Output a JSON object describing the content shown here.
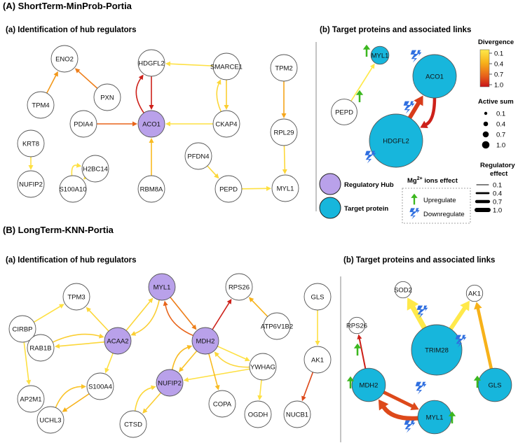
{
  "section_a": {
    "title": "(A) ShortTerm-MinProb-Portia",
    "panel_a_title": "(a) Identification of hub regulators",
    "panel_b_title": "(b) Target proteins and associated links"
  },
  "section_b": {
    "title": "(B) LongTerm-KNN-Portia",
    "panel_a_title": "(a) Identification of hub regulators",
    "panel_b_title": "(b) Target proteins and associated links"
  },
  "colors": {
    "hub_fill": "#b9a1ea",
    "target_fill": "#17b6dc",
    "regular_fill": "#ffffff",
    "upregulate": "#3cb71f",
    "downregulate": "#2f6fe0",
    "divergence_gradient": [
      "#ffe94a",
      "#f7b21a",
      "#e8641a",
      "#c8141a"
    ]
  },
  "legend": {
    "divergence": {
      "title": "Divergence",
      "ticks": [
        "0.1",
        "0.4",
        "0.7",
        "1.0"
      ]
    },
    "active_sum": {
      "title": "Active sum",
      "items": [
        "0.1",
        "0.4",
        "0.7",
        "1.0"
      ]
    },
    "regulatory_effect": {
      "title_line1": "Regulatory",
      "title_line2": "effect",
      "items": [
        "0.1",
        "0.4",
        "0.7",
        "1.0"
      ]
    },
    "node_types": {
      "hub": "Regulatory Hub",
      "target": "Target protein"
    },
    "mg_effect": {
      "title_prefix": "Mg",
      "title_sup": "2+",
      "title_suffix": " ions effect",
      "up": "Upregulate",
      "down": "Downregulate"
    }
  },
  "network_a": {
    "nodes": [
      {
        "id": "ENO2",
        "label": "ENO2",
        "type": "regular"
      },
      {
        "id": "PXN",
        "label": "PXN",
        "type": "regular"
      },
      {
        "id": "TPM4",
        "label": "TPM4",
        "type": "regular"
      },
      {
        "id": "PDIA4",
        "label": "PDIA4",
        "type": "regular"
      },
      {
        "id": "HDGFL2",
        "label": "HDGFL2",
        "type": "regular"
      },
      {
        "id": "SMARCE1",
        "label": "SMARCE1",
        "type": "regular"
      },
      {
        "id": "TPM2",
        "label": "TPM2",
        "type": "regular"
      },
      {
        "id": "ACO1",
        "label": "ACO1",
        "type": "hub"
      },
      {
        "id": "CKAP4",
        "label": "CKAP4",
        "type": "regular"
      },
      {
        "id": "RPL29",
        "label": "RPL29",
        "type": "regular"
      },
      {
        "id": "KRT8",
        "label": "KRT8",
        "type": "regular"
      },
      {
        "id": "H2BC14",
        "label": "H2BC14",
        "type": "regular"
      },
      {
        "id": "PFDN4",
        "label": "PFDN4",
        "type": "regular"
      },
      {
        "id": "NUFIP2",
        "label": "NUFIP2",
        "type": "regular"
      },
      {
        "id": "S100A10",
        "label": "S100A10",
        "type": "regular"
      },
      {
        "id": "RBM8A",
        "label": "RBM8A",
        "type": "regular"
      },
      {
        "id": "PEPD",
        "label": "PEPD",
        "type": "regular"
      },
      {
        "id": "MYL1",
        "label": "MYL1",
        "type": "regular"
      }
    ],
    "edges": [
      {
        "from": "PXN",
        "to": "ENO2",
        "divergence": 0.6
      },
      {
        "from": "TPM4",
        "to": "ENO2",
        "divergence": 0.5
      },
      {
        "from": "PDIA4",
        "to": "ACO1",
        "divergence": 0.7
      },
      {
        "from": "HDGFL2",
        "to": "ACO1",
        "divergence": 0.95
      },
      {
        "from": "ACO1",
        "to": "HDGFL2",
        "divergence": 0.95,
        "curve": -30
      },
      {
        "from": "SMARCE1",
        "to": "HDGFL2",
        "divergence": 0.15
      },
      {
        "from": "SMARCE1",
        "to": "CKAP4",
        "divergence": 0.25
      },
      {
        "from": "CKAP4",
        "to": "SMARCE1",
        "divergence": 0.2,
        "curve": -18
      },
      {
        "from": "CKAP4",
        "to": "ACO1",
        "divergence": 0.15
      },
      {
        "from": "TPM2",
        "to": "RPL29",
        "divergence": 0.45
      },
      {
        "from": "RPL29",
        "to": "MYL1",
        "divergence": 0.2
      },
      {
        "from": "KRT8",
        "to": "NUFIP2",
        "divergence": 0.15
      },
      {
        "from": "S100A10",
        "to": "H2BC14",
        "divergence": 0.15,
        "curve": -28
      },
      {
        "from": "H2BC14",
        "to": "S100A10",
        "divergence": 0.15
      },
      {
        "from": "RBM8A",
        "to": "ACO1",
        "divergence": 0.35
      },
      {
        "from": "PFDN4",
        "to": "PEPD",
        "divergence": 0.2
      },
      {
        "from": "PEPD",
        "to": "MYL1",
        "divergence": 0.15
      }
    ]
  },
  "targets_a": {
    "nodes": [
      {
        "id": "MYL1",
        "label": "MYL1",
        "type": "target",
        "active": 0.1,
        "effect": "up"
      },
      {
        "id": "PEPD",
        "label": "PEPD",
        "type": "regular",
        "active": 0.3,
        "effect": "up"
      },
      {
        "id": "ACO1",
        "label": "ACO1",
        "type": "target",
        "active": 0.75,
        "effect": "down"
      },
      {
        "id": "HDGFL2",
        "label": "HDGFL2",
        "type": "target",
        "active": 1.0,
        "effect": "down"
      }
    ],
    "edges": [
      {
        "from": "PEPD",
        "to": "MYL1",
        "divergence": 0.1,
        "weight": 0.1
      },
      {
        "from": "HDGFL2",
        "to": "ACO1",
        "divergence": 0.85,
        "weight": 0.7
      },
      {
        "from": "ACO1",
        "to": "HDGFL2",
        "divergence": 0.95,
        "weight": 0.5,
        "curve": -32
      }
    ]
  },
  "network_b": {
    "nodes": [
      {
        "id": "TPM3",
        "label": "TPM3",
        "type": "regular"
      },
      {
        "id": "MYL1",
        "label": "MYL1",
        "type": "hub"
      },
      {
        "id": "RPS26",
        "label": "RPS26",
        "type": "regular"
      },
      {
        "id": "GLS",
        "label": "GLS",
        "type": "regular"
      },
      {
        "id": "CIRBP",
        "label": "CIRBP",
        "type": "regular"
      },
      {
        "id": "ACAA2",
        "label": "ACAA2",
        "type": "hub"
      },
      {
        "id": "MDH2",
        "label": "MDH2",
        "type": "hub"
      },
      {
        "id": "ATP6V1B2",
        "label": "ATP6V1B2",
        "type": "regular"
      },
      {
        "id": "RAB1B",
        "label": "RAB1B",
        "type": "regular"
      },
      {
        "id": "YWHAG",
        "label": "YWHAG",
        "type": "regular"
      },
      {
        "id": "AK1",
        "label": "AK1",
        "type": "regular"
      },
      {
        "id": "AP2M1",
        "label": "AP2M1",
        "type": "regular"
      },
      {
        "id": "S100A4",
        "label": "S100A4",
        "type": "regular"
      },
      {
        "id": "NUFIP2",
        "label": "NUFIP2",
        "type": "hub"
      },
      {
        "id": "UCHL3",
        "label": "UCHL3",
        "type": "regular"
      },
      {
        "id": "CTSD",
        "label": "CTSD",
        "type": "regular"
      },
      {
        "id": "COPA",
        "label": "COPA",
        "type": "regular"
      },
      {
        "id": "OGDH",
        "label": "OGDH",
        "type": "regular"
      },
      {
        "id": "NUCB1",
        "label": "NUCB1",
        "type": "regular"
      }
    ],
    "edges": [
      {
        "from": "CIRBP",
        "to": "TPM3",
        "divergence": 0.15
      },
      {
        "from": "CIRBP",
        "to": "AP2M1",
        "divergence": 0.15
      },
      {
        "from": "ACAA2",
        "to": "TPM3",
        "divergence": 0.2
      },
      {
        "from": "ACAA2",
        "to": "RAB1B",
        "divergence": 0.2
      },
      {
        "from": "ACAA2",
        "to": "MYL1",
        "divergence": 0.2
      },
      {
        "from": "MYL1",
        "to": "ACAA2",
        "divergence": 0.25,
        "curve": -26
      },
      {
        "from": "ACAA2",
        "to": "S100A4",
        "divergence": 0.15
      },
      {
        "from": "RAB1B",
        "to": "ACAA2",
        "divergence": 0.25,
        "curve": -20
      },
      {
        "from": "MYL1",
        "to": "MDH2",
        "divergence": 0.6
      },
      {
        "from": "MDH2",
        "to": "MYL1",
        "divergence": 0.7,
        "curve": -26
      },
      {
        "from": "MDH2",
        "to": "RPS26",
        "divergence": 0.95
      },
      {
        "from": "ATP6V1B2",
        "to": "RPS26",
        "divergence": 0.4
      },
      {
        "from": "MDH2",
        "to": "YWHAG",
        "divergence": 0.15
      },
      {
        "from": "YWHAG",
        "to": "MDH2",
        "divergence": 0.2,
        "curve": -22
      },
      {
        "from": "YWHAG",
        "to": "NUFIP2",
        "divergence": 0.15
      },
      {
        "from": "YWHAG",
        "to": "OGDH",
        "divergence": 0.15
      },
      {
        "from": "MDH2",
        "to": "NUFIP2",
        "divergence": 0.3
      },
      {
        "from": "NUFIP2",
        "to": "MDH2",
        "divergence": 0.35,
        "curve": -22
      },
      {
        "from": "MDH2",
        "to": "COPA",
        "divergence": 0.35
      },
      {
        "from": "NUFIP2",
        "to": "CTSD",
        "divergence": 0.25
      },
      {
        "from": "CTSD",
        "to": "NUFIP2",
        "divergence": 0.2,
        "curve": -26
      },
      {
        "from": "S100A4",
        "to": "UCHL3",
        "divergence": 0.4
      },
      {
        "from": "UCHL3",
        "to": "S100A4",
        "divergence": 0.3,
        "curve": -28
      },
      {
        "from": "GLS",
        "to": "AK1",
        "divergence": 0.15
      },
      {
        "from": "AK1",
        "to": "NUCB1",
        "divergence": 0.8
      }
    ]
  },
  "targets_b": {
    "nodes": [
      {
        "id": "SOD2",
        "label": "SOD2",
        "type": "regular",
        "active": 0.1,
        "effect": "none"
      },
      {
        "id": "AK1",
        "label": "AK1",
        "type": "regular",
        "active": 0.1,
        "effect": "none"
      },
      {
        "id": "RPS26",
        "label": "RPS26",
        "type": "regular",
        "active": 0.1,
        "effect": "none"
      },
      {
        "id": "TRIM28",
        "label": "TRIM28",
        "type": "target",
        "active": 1.0,
        "effect": "down"
      },
      {
        "id": "MDH2",
        "label": "MDH2",
        "type": "target",
        "active": 0.55,
        "effect": "up"
      },
      {
        "id": "GLS",
        "label": "GLS",
        "type": "target",
        "active": 0.55,
        "effect": "up"
      },
      {
        "id": "MYL1",
        "label": "MYL1",
        "type": "target",
        "active": 0.55,
        "effect": "up"
      }
    ],
    "edges": [
      {
        "from": "TRIM28",
        "to": "SOD2",
        "divergence": 0.1,
        "weight": 0.9
      },
      {
        "from": "TRIM28",
        "to": "AK1",
        "divergence": 0.1,
        "weight": 0.7
      },
      {
        "from": "GLS",
        "to": "AK1",
        "divergence": 0.4,
        "weight": 0.5
      },
      {
        "from": "MDH2",
        "to": "RPS26",
        "divergence": 0.95,
        "weight": 0.15
      },
      {
        "from": "MDH2",
        "to": "MYL1",
        "divergence": 0.8,
        "weight": 0.55
      },
      {
        "from": "MYL1",
        "to": "MDH2",
        "divergence": 0.8,
        "weight": 0.75,
        "curve": -30
      }
    ]
  }
}
